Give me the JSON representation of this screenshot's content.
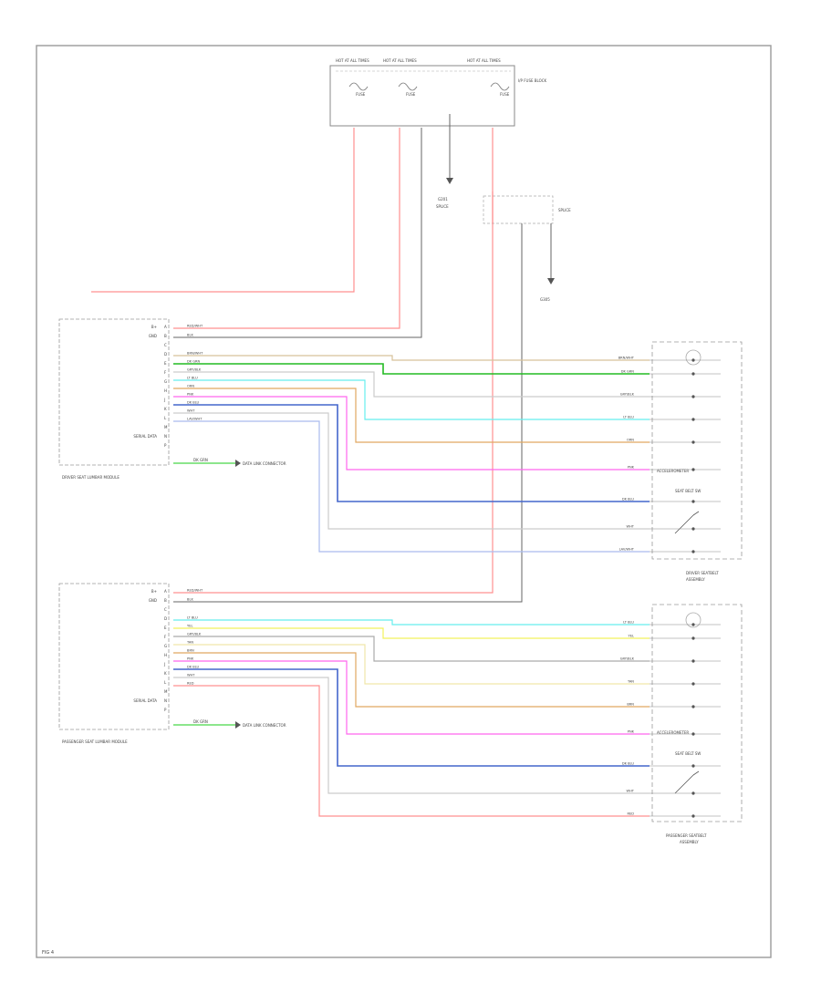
{
  "colors": {
    "frame": "#999999",
    "component": "#9a9a9a",
    "text": "#444444",
    "RED": "#ff9090",
    "GRY": "#666666",
    "WHT": "#cccccc",
    "BRN": "#d7c29a",
    "GRN": "#22bb22",
    "LT_GRN": "#66dd66",
    "LT_BLU": "#66eeee",
    "ORN": "#e0a860",
    "PNK": "#ff66ee",
    "DK_BLU": "#4466cc",
    "LAV": "#aabbee",
    "YEL": "#f2f25c",
    "TAN": "#f0e6aa",
    "LT_GRY": "#aaaaaa"
  },
  "fuse_block": {
    "fuse_labels": [
      "HOT AT ALL TIMES",
      "HOT AT ALL TIMES",
      "HOT AT ALL TIMES"
    ],
    "fuse_names": [
      "FUSE",
      "FUSE",
      "FUSE"
    ],
    "title": "I/P FUSE BLOCK"
  },
  "ground_1": "G201",
  "ground_2": "G305",
  "splice_label": "SPLICE",
  "driver_module": {
    "name": "DRIVER SEAT LUMBAR MODULE",
    "pins": [
      "B+",
      "GND",
      "",
      "",
      "",
      "",
      "",
      "",
      "",
      "",
      "",
      "",
      "SERIAL DATA",
      ""
    ],
    "pin_numbers": [
      "A",
      "B",
      "C",
      "D",
      "E",
      "F",
      "G",
      "H",
      "J",
      "K",
      "L",
      "M",
      "N",
      "P"
    ],
    "wire_labels": [
      "RED/WHT",
      "BLK",
      "BRN/WHT",
      "DK GRN",
      "GRY/BLK",
      "LT BLU",
      "ORN",
      "PNK",
      "DK BLU",
      "WHT",
      "LAV/WHT"
    ],
    "serial_label": "DK GRN",
    "serial_dest": "DATA LINK CONNECTOR"
  },
  "passenger_module": {
    "name": "PASSENGER SEAT LUMBAR MODULE",
    "pins": [
      "B+",
      "GND",
      "",
      "",
      "",
      "",
      "",
      "",
      "",
      "",
      "",
      "",
      "SERIAL DATA",
      ""
    ],
    "pin_numbers": [
      "A",
      "B",
      "C",
      "D",
      "E",
      "F",
      "G",
      "H",
      "J",
      "K",
      "L",
      "M",
      "N",
      "P"
    ],
    "wire_labels": [
      "RED/WHT",
      "BLK",
      "LT BLU",
      "YEL",
      "GRY/BLK",
      "TAN",
      "BRN",
      "PNK",
      "DK BLU",
      "WHT",
      "RED"
    ],
    "serial_label": "DK GRN",
    "serial_dest": "DATA LINK CONNECTOR"
  },
  "driver_motor": {
    "name": "DRIVER SEATBELT",
    "sub": "ASSEMBLY",
    "switch_label": "SEAT BELT SW",
    "sensor_label": "ACCELEROMETER"
  },
  "passenger_motor": {
    "name": "PASSENGER SEATBELT",
    "sub": "ASSEMBLY",
    "switch_label": "SEAT BELT SW",
    "sensor_label": "ACCELEROMETER"
  },
  "footer_code": "FIG 4"
}
